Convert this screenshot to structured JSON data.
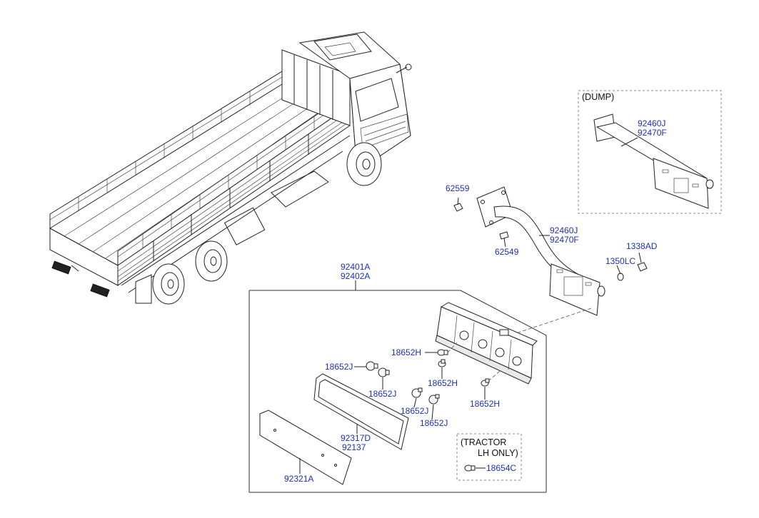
{
  "labels": {
    "dump": "(DUMP)",
    "dump_code_1": "92460J",
    "dump_code_2": "92470F",
    "nut_62559": "62559",
    "bracket_code_1": "92460J",
    "bracket_code_2": "92470F",
    "bolt_62549": "62549",
    "nut_1338ad": "1338AD",
    "washer_1350lc": "1350LC",
    "assy_code_1": "92401A",
    "assy_code_2": "92402A",
    "bulb_18652h_top": "18652H",
    "bulb_18652j_left": "18652J",
    "bulb_18652j_mid": "18652J",
    "bulb_18652h_mid": "18652H",
    "bulb_18652j_low": "18652J",
    "bulb_18652j_bottom": "18652J",
    "bulb_18652h_right": "18652H",
    "gasket_code_1": "92317D",
    "gasket_code_2": "92137",
    "lens_code": "92321A",
    "tractor_line_1": "(TRACTOR",
    "tractor_line_2": "LH ONLY)",
    "bulb_18654c": "18654C"
  },
  "colors": {
    "part_number": "#1f2fb8",
    "line": "#222222",
    "note": "#111111"
  }
}
